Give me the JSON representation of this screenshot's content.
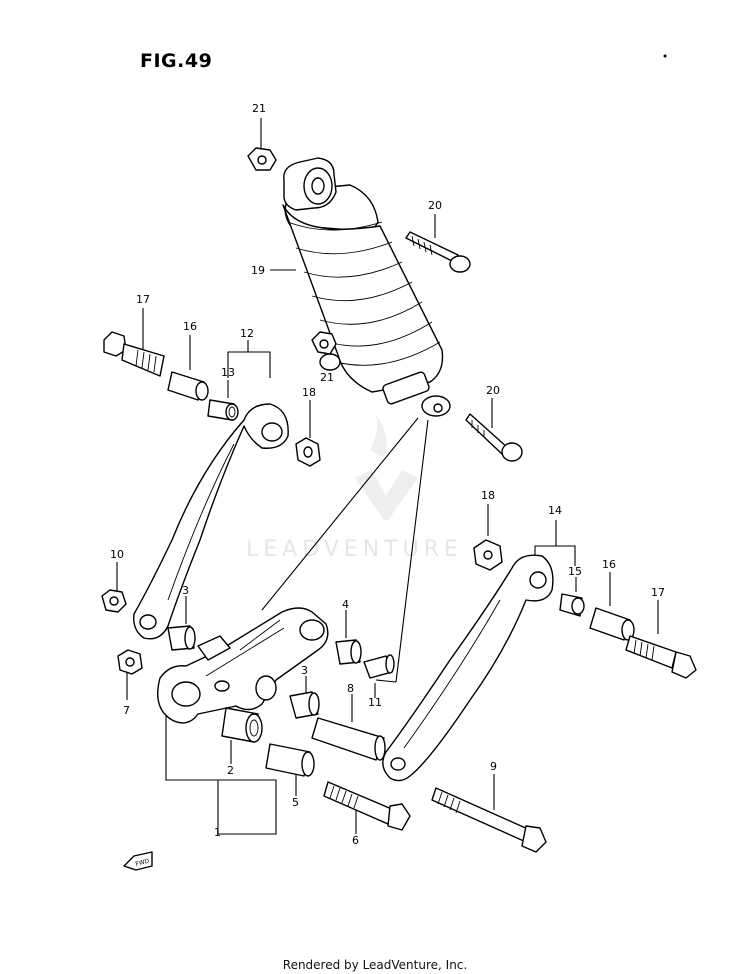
{
  "figure": {
    "title": "FIG.49"
  },
  "footer": {
    "text": "Rendered by LeadVenture, Inc."
  },
  "watermark": {
    "text": "LEADVENTURE"
  },
  "front_marker": {
    "text": "FWD"
  },
  "callouts": {
    "c21a": "21",
    "c20a": "20",
    "c19": "19",
    "c17a": "17",
    "c16a": "16",
    "c12": "12",
    "c13": "13",
    "c21b": "21",
    "c18a": "18",
    "c20b": "20",
    "c18b": "18",
    "c14": "14",
    "c15": "15",
    "c16b": "16",
    "c17b": "17",
    "c10": "10",
    "c3a": "3",
    "c4": "4",
    "c7": "7",
    "c3b": "3",
    "c8": "8",
    "c11": "11",
    "c2": "2",
    "c5": "5",
    "c9": "9",
    "c1": "1",
    "c6": "6"
  },
  "colors": {
    "line": "#000000",
    "background": "#ffffff",
    "watermark": "#e6e6e6"
  }
}
